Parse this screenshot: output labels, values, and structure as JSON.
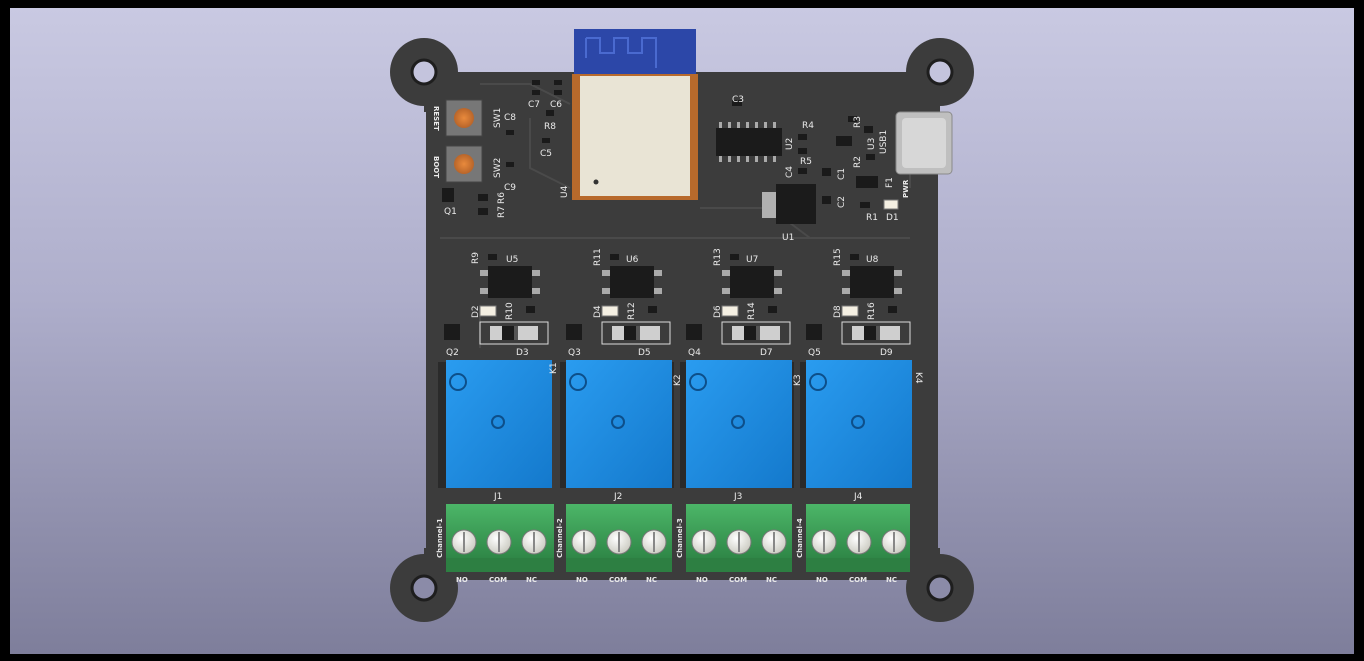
{
  "scene": {
    "description_labels": {
      "reset": "RESET",
      "boot": "BOOT",
      "pwr": "PWR"
    },
    "top_refs": {
      "u4": "U4",
      "c7": "C7",
      "c6": "C6",
      "r8": "R8",
      "c5": "C5",
      "c8": "C8",
      "c9": "C9",
      "sw1": "SW1",
      "sw2": "SW2",
      "q1": "Q1",
      "r6": "R6",
      "r7": "R7",
      "c3": "C3",
      "r4": "R4",
      "u2": "U2",
      "r5": "R5",
      "c4": "C4",
      "c1": "C1",
      "c2": "C2",
      "u1": "U1",
      "r3": "R3",
      "r2": "R2",
      "u3": "U3",
      "usb1": "USB1",
      "f1": "F1",
      "r1": "R1",
      "d1": "D1"
    },
    "channels": [
      {
        "r_top": "R9",
        "u": "U5",
        "d_led": "D2",
        "r_mid": "R10",
        "q": "Q2",
        "d_diode": "D3",
        "k": "K1",
        "j": "J1",
        "terminal_label": "Channel-1"
      },
      {
        "r_top": "R11",
        "u": "U6",
        "d_led": "D4",
        "r_mid": "R12",
        "q": "Q3",
        "d_diode": "D5",
        "k": "K2",
        "j": "J2",
        "terminal_label": "Channel-2"
      },
      {
        "r_top": "R13",
        "u": "U7",
        "d_led": "D6",
        "r_mid": "R14",
        "q": "Q4",
        "d_diode": "D7",
        "k": "K3",
        "j": "J3",
        "terminal_label": "Channel-3"
      },
      {
        "r_top": "R15",
        "u": "U8",
        "d_led": "D8",
        "r_mid": "R16",
        "q": "Q5",
        "d_diode": "D9",
        "k": "K4",
        "j": "J4",
        "terminal_label": "Channel-4"
      }
    ],
    "terminal_pins": [
      "NO",
      "COM",
      "NC"
    ],
    "colors": {
      "board": "#3d3d3d",
      "relay": "#1f8fe6",
      "terminal": "#3fa35a",
      "antenna": "#2c47a8",
      "module": "#e9e4d5"
    }
  }
}
